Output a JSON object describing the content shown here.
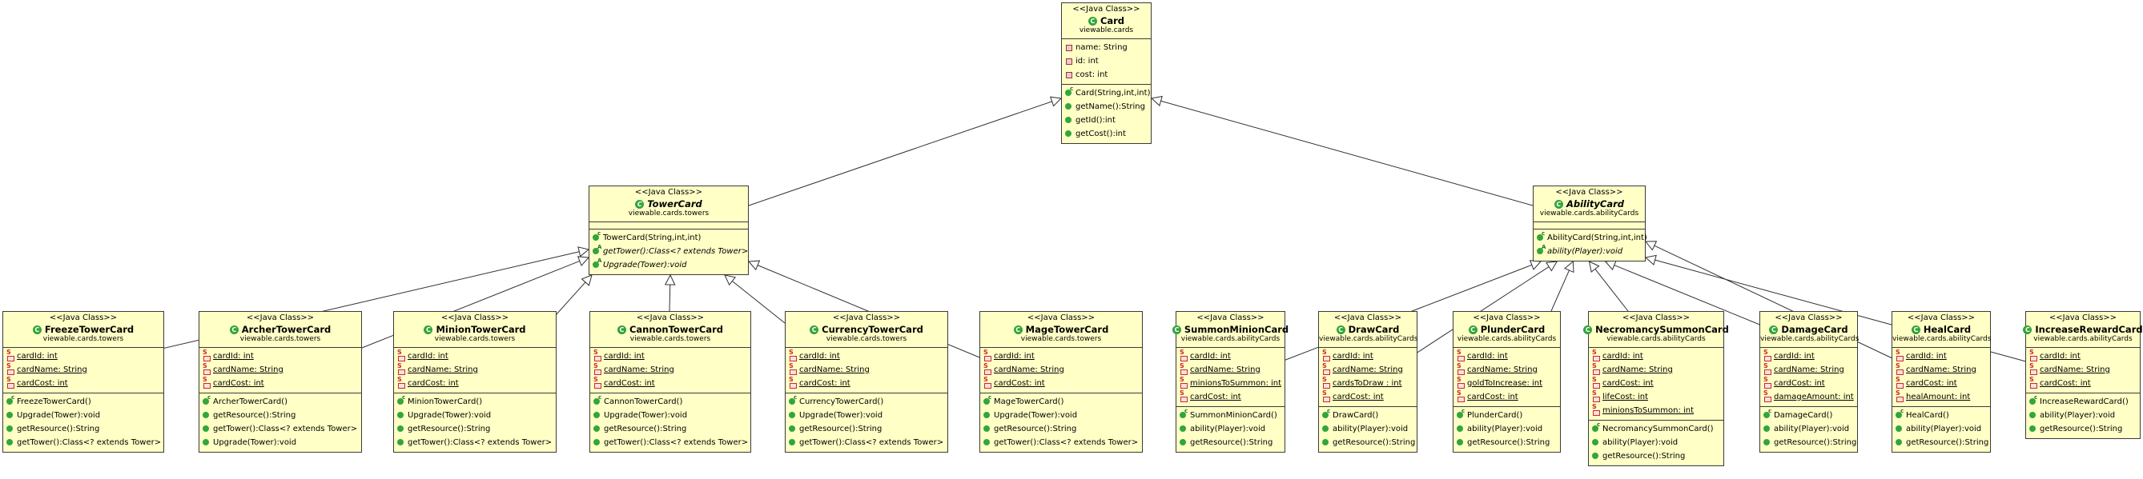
{
  "diagram": {
    "stereotype": "<<Java Class>>",
    "classes": [
      {
        "id": "card",
        "name": "Card",
        "package": "viewable.cards",
        "abstract": false,
        "attributes": [
          {
            "vis": "private",
            "text": "name: String"
          },
          {
            "vis": "private",
            "text": "id: int"
          },
          {
            "vis": "private",
            "text": "cost: int"
          }
        ],
        "operations": [
          {
            "vis": "ctor",
            "text": "Card(String,int,int)"
          },
          {
            "vis": "public",
            "text": "getName():String"
          },
          {
            "vis": "public",
            "text": "getId():int"
          },
          {
            "vis": "public",
            "text": "getCost():int"
          }
        ]
      },
      {
        "id": "towercard",
        "name": "TowerCard",
        "package": "viewable.cards.towers",
        "abstract": true,
        "attributes": [],
        "operations": [
          {
            "vis": "ctor",
            "text": "TowerCard(String,int,int)"
          },
          {
            "vis": "abstract",
            "text": "getTower():Class<? extends Tower>"
          },
          {
            "vis": "abstract",
            "text": "Upgrade(Tower):void"
          }
        ]
      },
      {
        "id": "abilitycard",
        "name": "AbilityCard",
        "package": "viewable.cards.abilityCards",
        "abstract": true,
        "attributes": [],
        "operations": [
          {
            "vis": "ctor",
            "text": "AbilityCard(String,int,int)"
          },
          {
            "vis": "abstract",
            "text": "ability(Player):void"
          }
        ]
      },
      {
        "id": "freeze",
        "name": "FreezeTowerCard",
        "package": "viewable.cards.towers",
        "abstract": false,
        "attributes": [
          {
            "vis": "fstatic",
            "text": "cardId: int"
          },
          {
            "vis": "fstatic",
            "text": "cardName: String"
          },
          {
            "vis": "fstatic",
            "text": "cardCost: int"
          }
        ],
        "operations": [
          {
            "vis": "ctor",
            "text": "FreezeTowerCard()"
          },
          {
            "vis": "public",
            "text": "Upgrade(Tower):void"
          },
          {
            "vis": "public",
            "text": "getResource():String"
          },
          {
            "vis": "public",
            "text": "getTower():Class<? extends Tower>"
          }
        ]
      },
      {
        "id": "archer",
        "name": "ArcherTowerCard",
        "package": "viewable.cards.towers",
        "abstract": false,
        "attributes": [
          {
            "vis": "fstatic",
            "text": "cardId: int"
          },
          {
            "vis": "fstatic",
            "text": "cardName: String"
          },
          {
            "vis": "fstatic",
            "text": "cardCost: int"
          }
        ],
        "operations": [
          {
            "vis": "ctor",
            "text": "ArcherTowerCard()"
          },
          {
            "vis": "public",
            "text": "getResource():String"
          },
          {
            "vis": "public",
            "text": "getTower():Class<? extends Tower>"
          },
          {
            "vis": "public",
            "text": "Upgrade(Tower):void"
          }
        ]
      },
      {
        "id": "minion",
        "name": "MinionTowerCard",
        "package": "viewable.cards.towers",
        "abstract": false,
        "attributes": [
          {
            "vis": "fstatic",
            "text": "cardId: int"
          },
          {
            "vis": "fstatic",
            "text": "cardName: String"
          },
          {
            "vis": "fstatic",
            "text": "cardCost: int"
          }
        ],
        "operations": [
          {
            "vis": "ctor",
            "text": "MinionTowerCard()"
          },
          {
            "vis": "public",
            "text": "Upgrade(Tower):void"
          },
          {
            "vis": "public",
            "text": "getResource():String"
          },
          {
            "vis": "public",
            "text": "getTower():Class<? extends Tower>"
          }
        ]
      },
      {
        "id": "cannon",
        "name": "CannonTowerCard",
        "package": "viewable.cards.towers",
        "abstract": false,
        "attributes": [
          {
            "vis": "fstatic",
            "text": "cardId: int"
          },
          {
            "vis": "fstatic",
            "text": "cardName: String"
          },
          {
            "vis": "fstatic",
            "text": "cardCost: int"
          }
        ],
        "operations": [
          {
            "vis": "ctor",
            "text": "CannonTowerCard()"
          },
          {
            "vis": "public",
            "text": "Upgrade(Tower):void"
          },
          {
            "vis": "public",
            "text": "getResource():String"
          },
          {
            "vis": "public",
            "text": "getTower():Class<? extends Tower>"
          }
        ]
      },
      {
        "id": "currency",
        "name": "CurrencyTowerCard",
        "package": "viewable.cards.towers",
        "abstract": false,
        "attributes": [
          {
            "vis": "fstatic",
            "text": "cardId: int"
          },
          {
            "vis": "fstatic",
            "text": "cardName: String"
          },
          {
            "vis": "fstatic",
            "text": "cardCost: int"
          }
        ],
        "operations": [
          {
            "vis": "ctor",
            "text": "CurrencyTowerCard()"
          },
          {
            "vis": "public",
            "text": "Upgrade(Tower):void"
          },
          {
            "vis": "public",
            "text": "getResource():String"
          },
          {
            "vis": "public",
            "text": "getTower():Class<? extends Tower>"
          }
        ]
      },
      {
        "id": "mage",
        "name": "MageTowerCard",
        "package": "viewable.cards.towers",
        "abstract": false,
        "attributes": [
          {
            "vis": "fstatic",
            "text": "cardId: int"
          },
          {
            "vis": "fstatic",
            "text": "cardName: String"
          },
          {
            "vis": "fstatic",
            "text": "cardCost: int"
          }
        ],
        "operations": [
          {
            "vis": "ctor",
            "text": "MageTowerCard()"
          },
          {
            "vis": "public",
            "text": "Upgrade(Tower):void"
          },
          {
            "vis": "public",
            "text": "getResource():String"
          },
          {
            "vis": "public",
            "text": "getTower():Class<? extends Tower>"
          }
        ]
      },
      {
        "id": "summon",
        "name": "SummonMinionCard",
        "package": "viewable.cards.abilityCards",
        "abstract": false,
        "attributes": [
          {
            "vis": "fstatic",
            "text": "cardId: int"
          },
          {
            "vis": "fstatic",
            "text": "cardName: String"
          },
          {
            "vis": "fstatic",
            "text": "minionsToSummon: int"
          },
          {
            "vis": "fstatic",
            "text": "cardCost: int"
          }
        ],
        "operations": [
          {
            "vis": "ctor",
            "text": "SummonMinionCard()"
          },
          {
            "vis": "public",
            "text": "ability(Player):void"
          },
          {
            "vis": "public",
            "text": "getResource():String"
          }
        ]
      },
      {
        "id": "draw",
        "name": "DrawCard",
        "package": "viewable.cards.abilityCards",
        "abstract": false,
        "attributes": [
          {
            "vis": "fstatic",
            "text": "cardId: int"
          },
          {
            "vis": "fstatic",
            "text": "cardName: String"
          },
          {
            "vis": "fstatic",
            "text": "cardsToDraw : int"
          },
          {
            "vis": "fstatic",
            "text": "cardCost: int"
          }
        ],
        "operations": [
          {
            "vis": "ctor",
            "text": "DrawCard()"
          },
          {
            "vis": "public",
            "text": "ability(Player):void"
          },
          {
            "vis": "public",
            "text": "getResource():String"
          }
        ]
      },
      {
        "id": "plunder",
        "name": "PlunderCard",
        "package": "viewable.cards.abilityCards",
        "abstract": false,
        "attributes": [
          {
            "vis": "fstatic",
            "text": "cardId: int"
          },
          {
            "vis": "fstatic",
            "text": "cardName: String"
          },
          {
            "vis": "fstatic",
            "text": "goldToIncrease: int"
          },
          {
            "vis": "fstatic",
            "text": "cardCost: int"
          }
        ],
        "operations": [
          {
            "vis": "ctor",
            "text": "PlunderCard()"
          },
          {
            "vis": "public",
            "text": "ability(Player):void"
          },
          {
            "vis": "public",
            "text": "getResource():String"
          }
        ]
      },
      {
        "id": "necro",
        "name": "NecromancySummonCard",
        "package": "viewable.cards.abilityCards",
        "abstract": false,
        "attributes": [
          {
            "vis": "fstatic",
            "text": "cardId: int"
          },
          {
            "vis": "fstatic",
            "text": "cardName: String"
          },
          {
            "vis": "fstatic",
            "text": "cardCost: int"
          },
          {
            "vis": "fstatic",
            "text": "lifeCost: int"
          },
          {
            "vis": "fstatic",
            "text": "minionsToSummon: int"
          }
        ],
        "operations": [
          {
            "vis": "ctor",
            "text": "NecromancySummonCard()"
          },
          {
            "vis": "public",
            "text": "ability(Player):void"
          },
          {
            "vis": "public",
            "text": "getResource():String"
          }
        ]
      },
      {
        "id": "damage",
        "name": "DamageCard",
        "package": "viewable.cards.abilityCards",
        "abstract": false,
        "attributes": [
          {
            "vis": "fstatic",
            "text": "cardId: int"
          },
          {
            "vis": "fstatic",
            "text": "cardName: String"
          },
          {
            "vis": "fstatic",
            "text": "cardCost: int"
          },
          {
            "vis": "fstatic",
            "text": "damageAmount: int"
          }
        ],
        "operations": [
          {
            "vis": "ctor",
            "text": "DamageCard()"
          },
          {
            "vis": "public",
            "text": "ability(Player):void"
          },
          {
            "vis": "public",
            "text": "getResource():String"
          }
        ]
      },
      {
        "id": "heal",
        "name": "HealCard",
        "package": "viewable.cards.abilityCards",
        "abstract": false,
        "attributes": [
          {
            "vis": "fstatic",
            "text": "cardId: int"
          },
          {
            "vis": "fstatic",
            "text": "cardName: String"
          },
          {
            "vis": "fstatic",
            "text": "cardCost: int"
          },
          {
            "vis": "fstatic",
            "text": "healAmount: int"
          }
        ],
        "operations": [
          {
            "vis": "ctor",
            "text": "HealCard()"
          },
          {
            "vis": "public",
            "text": "ability(Player):void"
          },
          {
            "vis": "public",
            "text": "getResource():String"
          }
        ]
      },
      {
        "id": "increase",
        "name": "IncreaseRewardCard",
        "package": "viewable.cards.abilityCards",
        "abstract": false,
        "attributes": [
          {
            "vis": "fstatic",
            "text": "cardId: int"
          },
          {
            "vis": "fstatic",
            "text": "cardName: String"
          },
          {
            "vis": "fstatic",
            "text": "cardCost: int"
          }
        ],
        "operations": [
          {
            "vis": "ctor",
            "text": "IncreaseRewardCard()"
          },
          {
            "vis": "public",
            "text": "ability(Player):void"
          },
          {
            "vis": "public",
            "text": "getResource():String"
          }
        ]
      }
    ],
    "generalizations": [
      {
        "from": "towercard",
        "to": "card"
      },
      {
        "from": "abilitycard",
        "to": "card"
      },
      {
        "from": "freeze",
        "to": "towercard"
      },
      {
        "from": "archer",
        "to": "towercard"
      },
      {
        "from": "minion",
        "to": "towercard"
      },
      {
        "from": "cannon",
        "to": "towercard"
      },
      {
        "from": "currency",
        "to": "towercard"
      },
      {
        "from": "mage",
        "to": "towercard"
      },
      {
        "from": "summon",
        "to": "abilitycard"
      },
      {
        "from": "draw",
        "to": "abilitycard"
      },
      {
        "from": "plunder",
        "to": "abilitycard"
      },
      {
        "from": "necro",
        "to": "abilitycard"
      },
      {
        "from": "damage",
        "to": "abilitycard"
      },
      {
        "from": "heal",
        "to": "abilitycard"
      },
      {
        "from": "increase",
        "to": "abilitycard"
      }
    ]
  }
}
